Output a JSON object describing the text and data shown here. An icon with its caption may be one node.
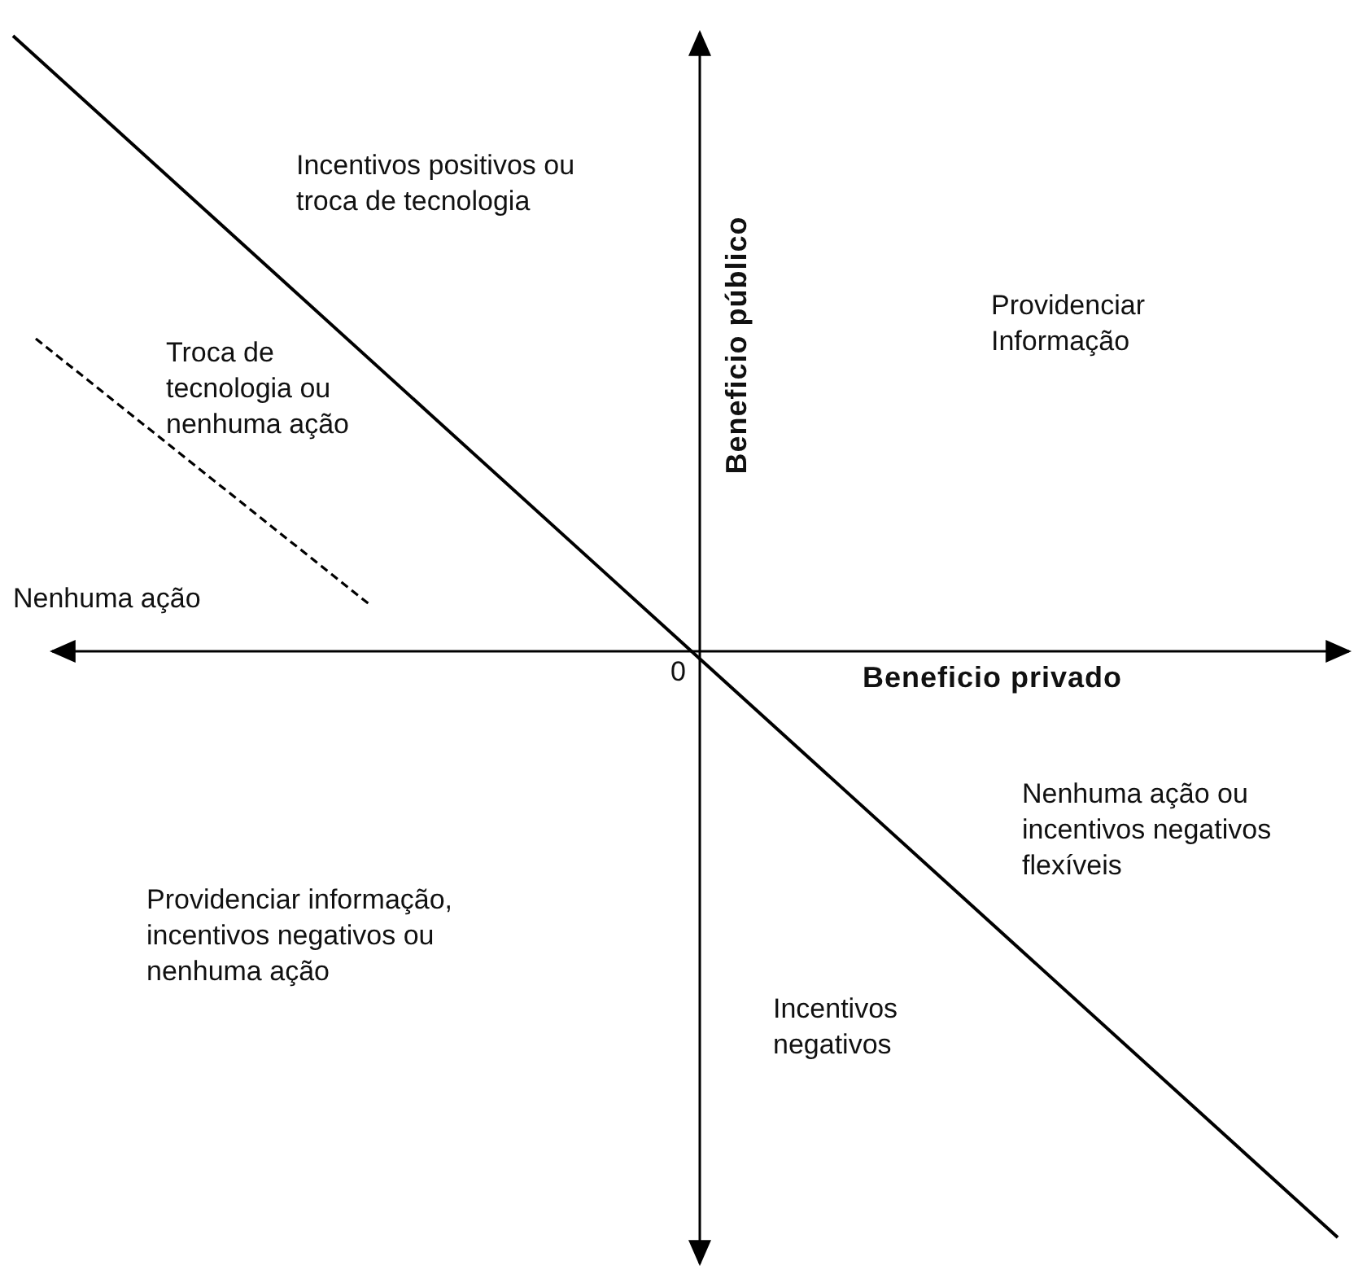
{
  "diagram": {
    "labels": [
      "Incentivos positivos ou troca de tecnologia",
      "Beneficio público",
      "Providenciar Informação",
      "Troca de tecnologia ou nenhuma ação",
      "Nenhuma ação",
      "0",
      "Beneficio privado",
      "Nenhuma ação ou incentivos negativos flexíveis",
      "Providenciar informação, incentivos negativos ou nenhuma ação",
      "Incentivos negativos"
    ]
  }
}
